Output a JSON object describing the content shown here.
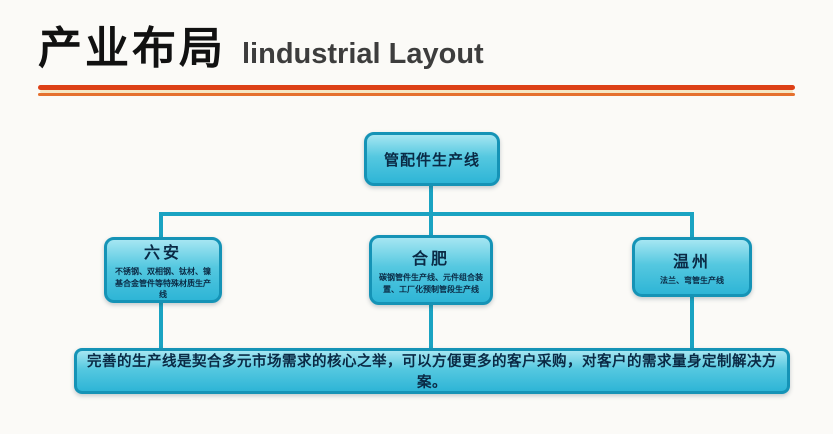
{
  "title": {
    "zh": "产业布局",
    "en": "lindustrial Layout"
  },
  "colors": {
    "accent_line_top": "#dd4016",
    "accent_line_gap": "#f5e6c4",
    "accent_line_bottom": "#e5702e",
    "node_border": "#1593b6",
    "node_fill_light": "#a5e6f2",
    "node_fill_dark": "#2eb5d6",
    "connector": "#1aa3c2",
    "node_text": "#0a2a45",
    "title_zh": "#111111",
    "title_en": "#3d3d3d",
    "background": "#fbfaf7"
  },
  "diagram": {
    "root": {
      "label": "管配件生产线"
    },
    "children": [
      {
        "name": "六安",
        "desc": "不锈钢、双相钢、钛材、镍基合金管件等特殊材质生产线"
      },
      {
        "name": "合肥",
        "desc": "碳钢管件生产线、元件组合装置、工厂化预制管段生产线"
      },
      {
        "name": "温州",
        "desc": "法兰、弯管生产线"
      }
    ],
    "summary": "完善的生产线是契合多元市场需求的核心之举，可以方便更多的客户采购，对客户的需求量身定制解决方案。"
  }
}
